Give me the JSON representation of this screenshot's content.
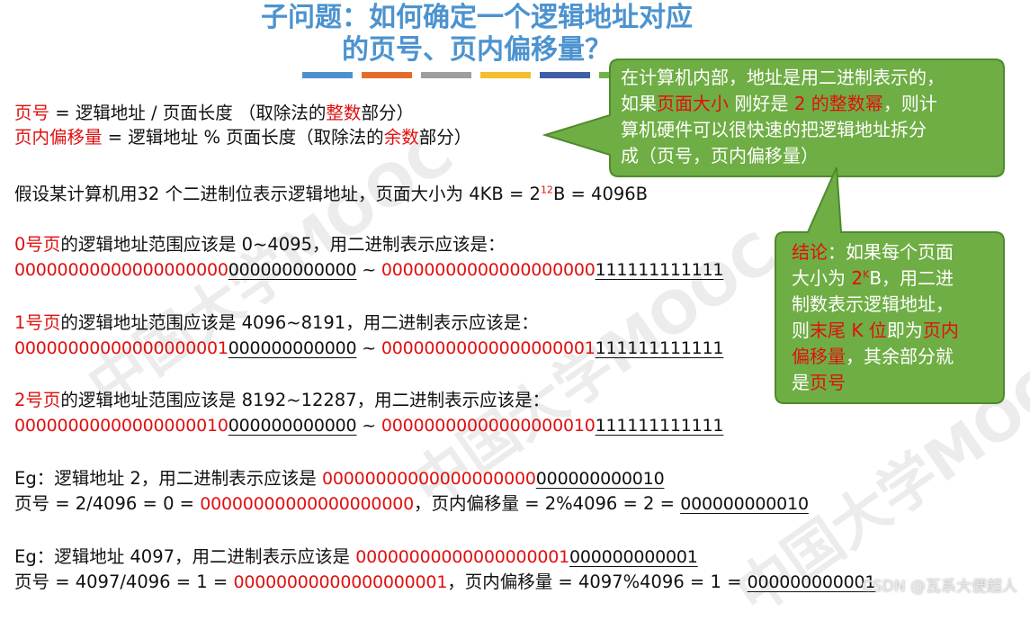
{
  "title": {
    "line1": "子问题：如何确定一个逻辑地址对应",
    "line2": "的页号、页内偏移量？"
  },
  "accent_colors": [
    "#4f8fd0",
    "#e46c2b",
    "#9e9e9e",
    "#f2c02a",
    "#3f5fa6",
    "#6fb34a"
  ],
  "def_page": {
    "a": "页号",
    "b": " = 逻辑地址 / 页面长度 （取除法的",
    "c": "整数",
    "d": "部分）"
  },
  "def_offset": {
    "a": "页内偏移量",
    "b": " = 逻辑地址 % 页面长度（取除法的",
    "c": "余数",
    "d": "部分）"
  },
  "assume": {
    "a": "假设某计算机用32 个二进制位表示逻辑地址，页面大小为 4KB = 2",
    "sup": "12",
    "b": "B = 4096B"
  },
  "pages": [
    {
      "head_red": "0号页",
      "head": "的逻辑地址范围应该是 0~4095，用二进制表示应该是：",
      "from_hi": "00000000000000000000",
      "from_lo": "000000000000",
      "sep": " ~ ",
      "to_hi": "00000000000000000000",
      "to_lo": "111111111111"
    },
    {
      "head_red": "1号页",
      "head": "的逻辑地址范围应该是 4096~8191，用二进制表示应该是：",
      "from_hi": "00000000000000000001",
      "from_lo": "000000000000",
      "sep": " ~ ",
      "to_hi": "00000000000000000001",
      "to_lo": "111111111111"
    },
    {
      "head_red": "2号页",
      "head": "的逻辑地址范围应该是 8192~12287，用二进制表示应该是：",
      "from_hi": "00000000000000000010",
      "from_lo": "000000000000",
      "sep": " ~ ",
      "to_hi": "00000000000000000010",
      "to_lo": "111111111111"
    }
  ],
  "eg1": {
    "a": "Eg：逻辑地址 2，用二进制表示应该是 ",
    "hi": "00000000000000000000",
    "lo": "000000000010",
    "p_a": "页号 = 2/4096 = 0 = ",
    "p_hi": "00000000000000000000",
    "p_b": "，页内偏移量 = 2%4096 = 2 = ",
    "p_lo": "000000000010"
  },
  "eg2": {
    "a": "Eg：逻辑地址 4097，用二进制表示应该是 ",
    "hi": "00000000000000000001",
    "lo": "000000000001",
    "p_a": "页号 = 4097/4096 = 1 = ",
    "p_hi": "00000000000000000001",
    "p_b": "，页内偏移量 = 4097%4096 = 1 = ",
    "p_lo": "000000000001"
  },
  "bubble1": {
    "l1": "在计算机内部，地址是用二进制表示的，",
    "l2a": "如果",
    "l2b": "页面大小",
    "l2c": " 刚好是 ",
    "l2d": "2 的整数幂",
    "l2e": "，则计",
    "l3": "算机硬件可以很快速的把逻辑地址拆分",
    "l4": "成（页号，页内偏移量）"
  },
  "bubble2": {
    "l1a": "结论",
    "l1b": "：如果每个页面",
    "l2a": "大小为 ",
    "l2b": "2",
    "l2sup": "K",
    "l2c": "B，用二进",
    "l3": "制数表示逻辑地址，",
    "l4a": "则",
    "l4b": "末尾 K 位",
    "l4c": "即为",
    "l4d": "页内",
    "l5a": "偏移量",
    "l5b": "，其余部分就",
    "l6a": "是",
    "l6b": "页号"
  },
  "watermark_text": "中国大学MOOC",
  "credit": "CSDN @瓦系大便超人"
}
